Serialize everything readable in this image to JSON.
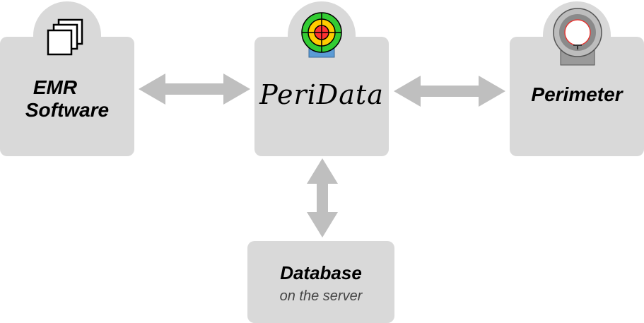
{
  "nodes": {
    "emr": {
      "line1": "EMR",
      "line2": "Software",
      "icon": "documents-icon"
    },
    "peridata": {
      "title": "PeriData",
      "icon": "target-icon"
    },
    "perimeter": {
      "title": "Perimeter",
      "icon": "perimeter-device-icon"
    },
    "database": {
      "title": "Database",
      "subtitle": "on the server"
    }
  },
  "colors": {
    "box": "#d9d9d9",
    "arrow": "#bfbfbf",
    "target_rings": [
      "#33cc33",
      "#ffcc00",
      "#ff3333"
    ],
    "target_base": "#5b9bd5"
  }
}
